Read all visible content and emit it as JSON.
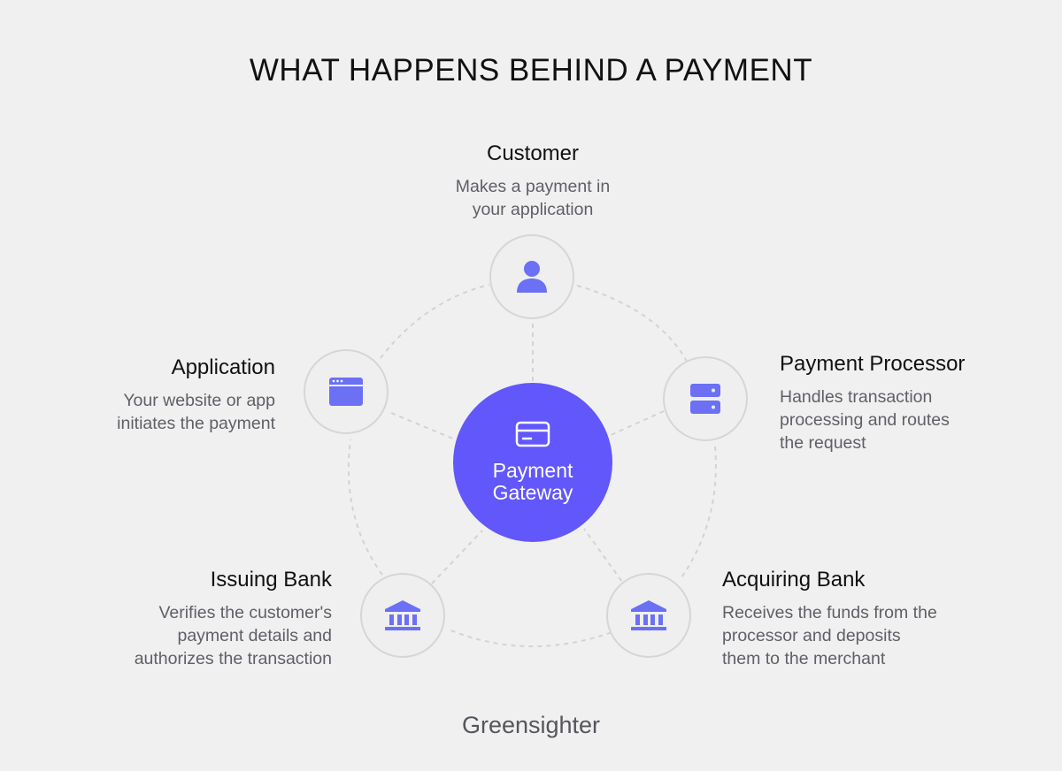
{
  "title": "WHAT HAPPENS BEHIND A PAYMENT",
  "center": {
    "label": "Payment\nGateway",
    "icon": "credit-card-icon"
  },
  "nodes": {
    "customer": {
      "heading": "Customer",
      "description": "Makes a payment in\nyour application",
      "icon": "user-icon"
    },
    "processor": {
      "heading": "Payment Processor",
      "description": "Handles transaction\nprocessing and routes\nthe request",
      "icon": "server-icon"
    },
    "acquiring": {
      "heading": "Acquiring Bank",
      "description": "Receives the funds from the\nprocessor and deposits\nthem to the merchant",
      "icon": "bank-icon"
    },
    "issuing": {
      "heading": "Issuing Bank",
      "description": "Verifies the customer's\npayment details and\nauthorizes the transaction",
      "icon": "bank-icon"
    },
    "application": {
      "heading": "Application",
      "description": "Your website or app\ninitiates the payment",
      "icon": "browser-window-icon"
    }
  },
  "brand": "Greensighter",
  "colors": {
    "accent": "#6257fa",
    "icon": "#6b70f5",
    "background": "#f0f0f1"
  }
}
